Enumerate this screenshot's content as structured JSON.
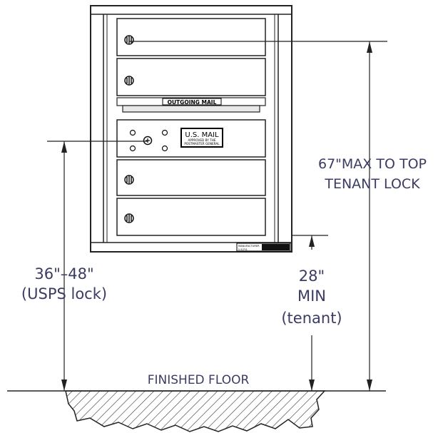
{
  "unit": {
    "outgoing_label": "OUTGOING MAIL",
    "usps_panel": {
      "title": "U.S. MAIL",
      "line1": "APPROVED BY THE",
      "line2": "POSTMASTER GENERAL"
    },
    "plate_line1": "MANUFACTURER",
    "plate_line2": "U.S.P.S."
  },
  "dimensions": {
    "max_top_line1": "67\"MAX TO TOP",
    "max_top_line2": "TENANT LOCK",
    "usps_range": "36\"–48\"",
    "usps_note": "(USPS lock)",
    "min_value": "28\"",
    "min_label": "MIN",
    "min_note": "(tenant)"
  },
  "floor_label": "FINISHED FLOOR"
}
